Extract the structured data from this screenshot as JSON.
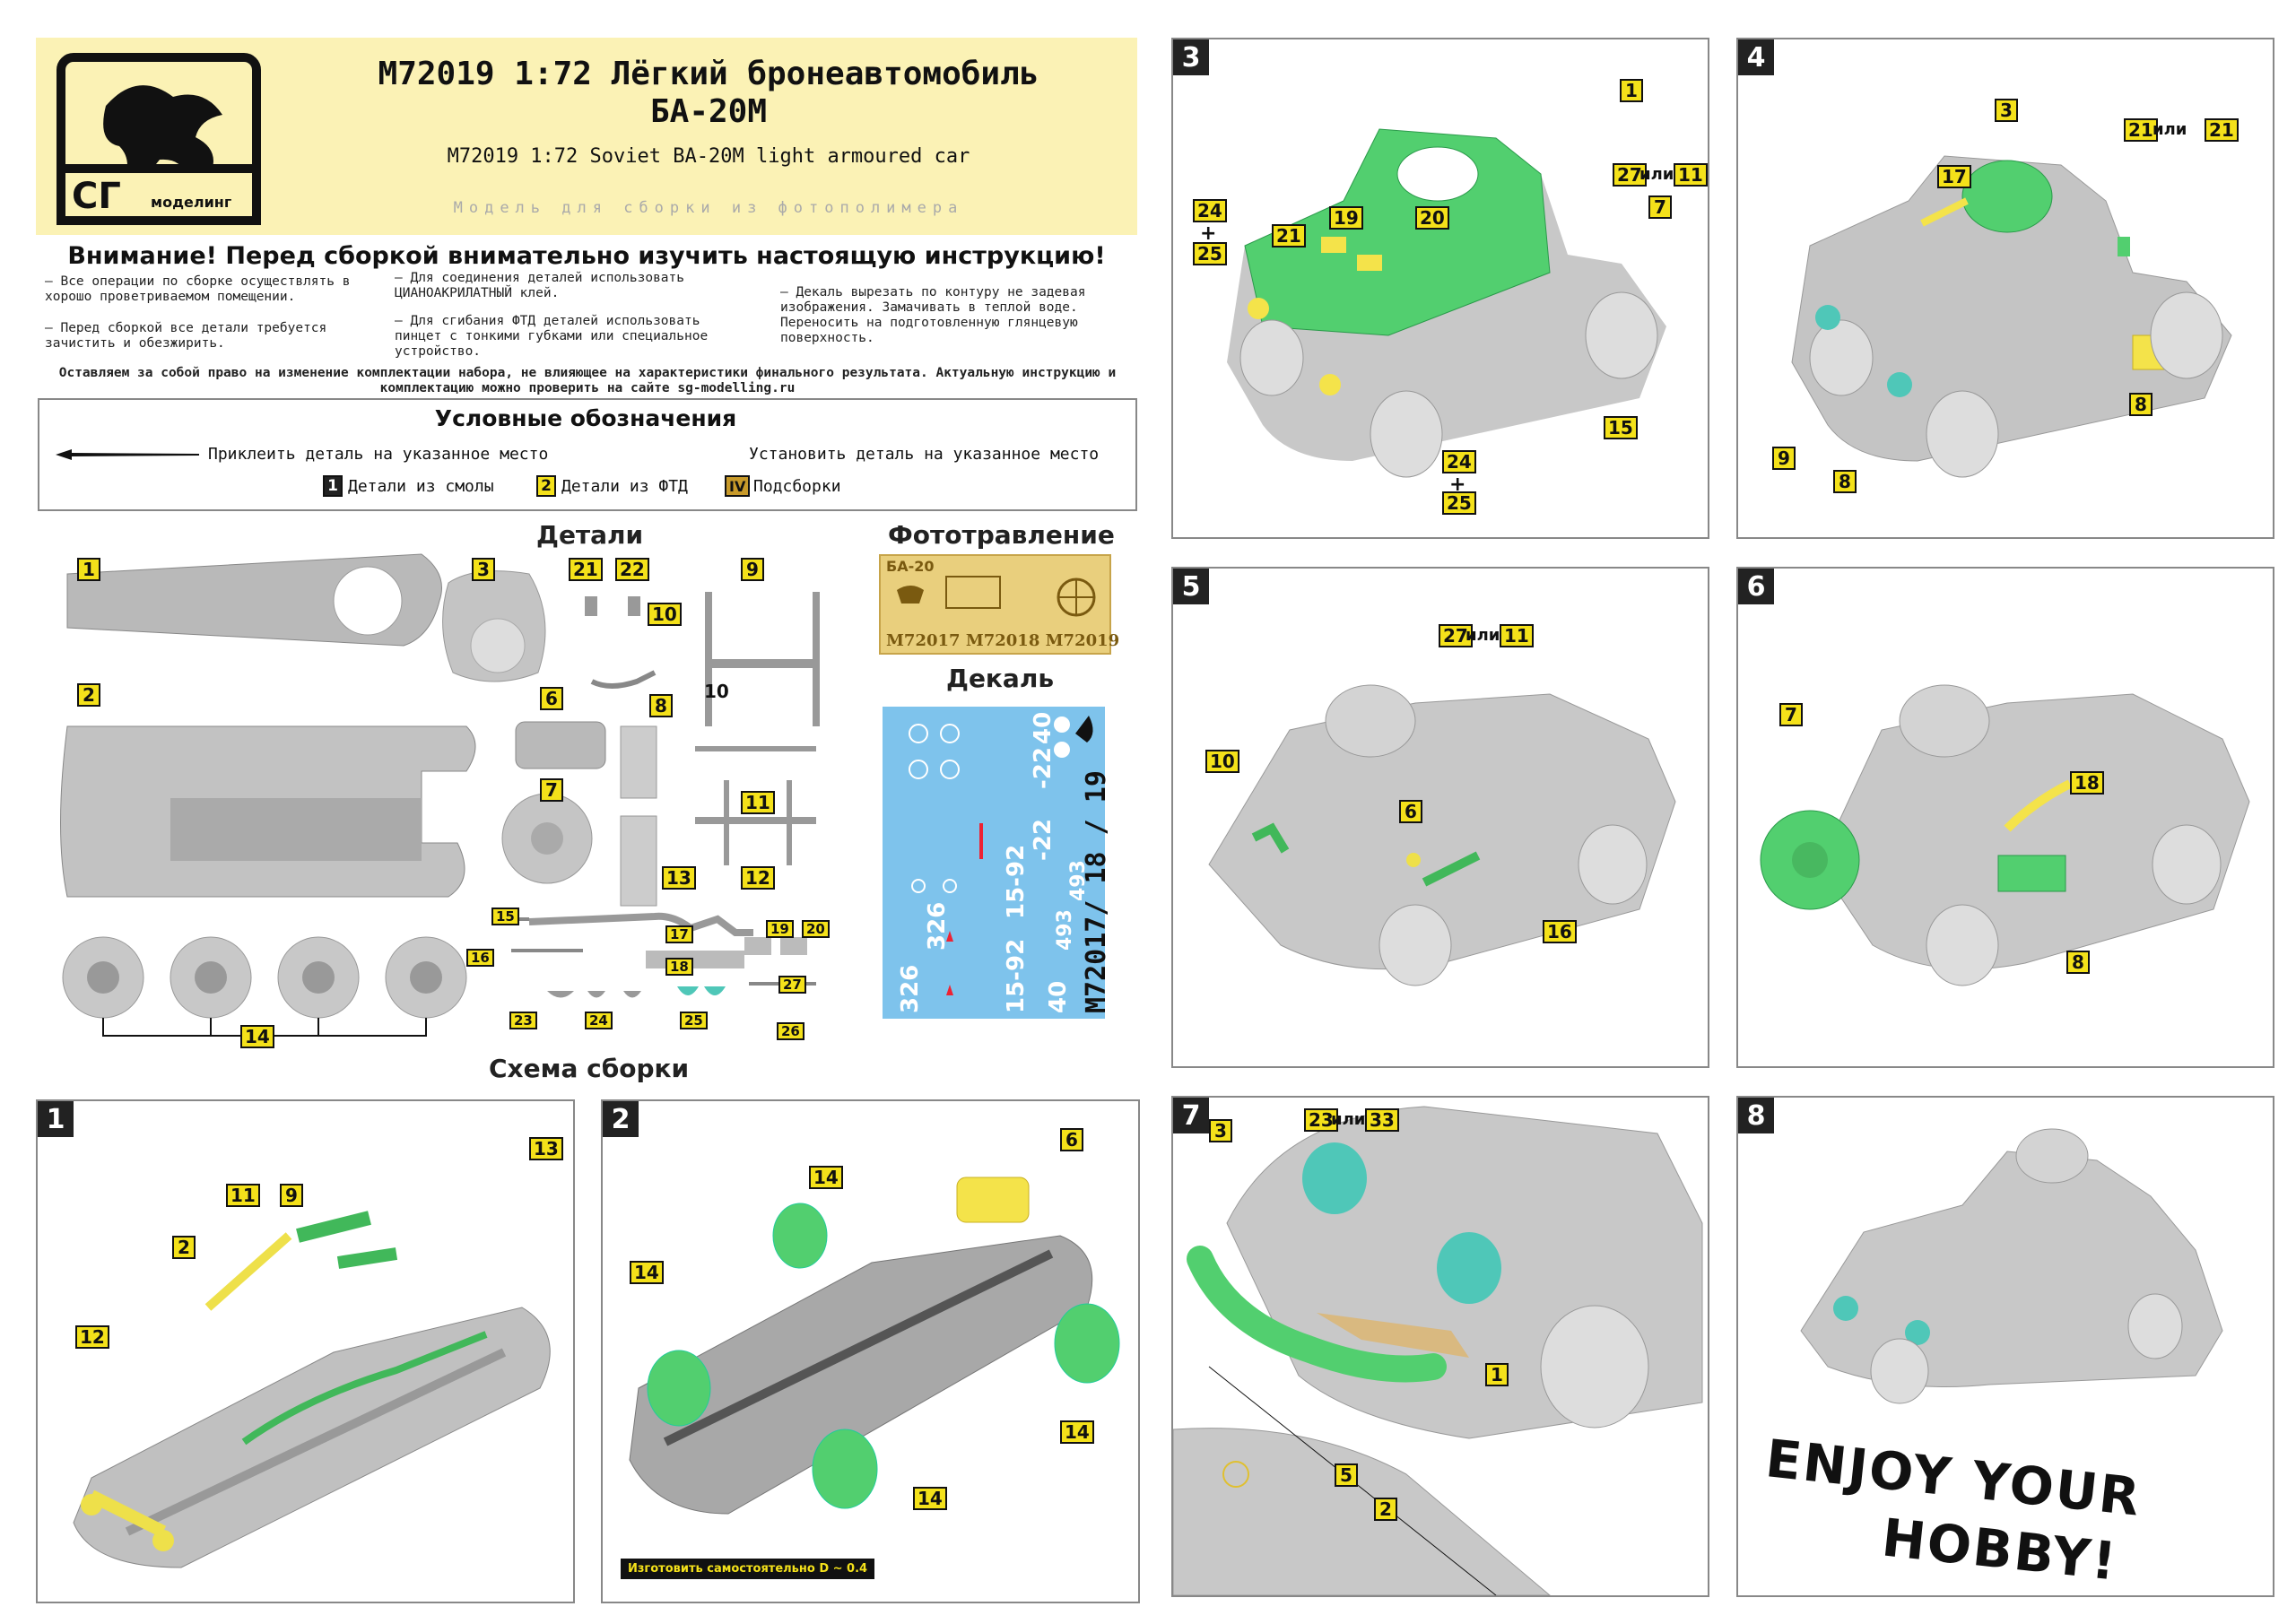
{
  "header": {
    "logo_letters": "СГ",
    "logo_brand": "моделинг",
    "title_ru_line1": "M72019 1:72 Лёгкий  бронеавтомобиль",
    "title_ru_line2": "БА-20М",
    "title_en": "M72019 1:72 Soviet BA-20M light armoured car",
    "subtitle": "Модель для сборки из фотополимера"
  },
  "warning": {
    "title": "Внимание! Перед сборкой внимательно изучить настоящую инструкцию!",
    "col1_a": "– Все операции по сборке осуществлять в хорошо проветриваемом помещении.",
    "col1_b": "– Перед сборкой все детали требуется зачистить и обезжирить.",
    "col2_a": "– Для соединения деталей использовать ЦИАНОАКРИЛАТНЫЙ клей.",
    "col2_b": "– Для сгибания ФТД деталей использовать пинцет с тонкими губками или специальное устройство.",
    "col3_a": "– Декаль вырезать по контуру не задевая изображения. Замачивать в теплой воде. Переносить на подготовленную глянцевую поверхность.",
    "rights": "Оставляем за собой право на изменение комплектации набора, не влияющее на характеристики финального результата. Актуальную инструкцию и комплектацию можно проверить на сайте sg-modelling.ru"
  },
  "legend": {
    "title": "Условные обозначения",
    "glue": "Приклеить деталь на указанное место",
    "install": "Установить деталь на указанное место",
    "resin_tag": "1",
    "resin": "Детали из смолы",
    "pe_tag": "2",
    "pe": "Детали из ФТД",
    "sub_tag": "IV",
    "sub": "Подсборки"
  },
  "sections": {
    "parts": "Детали",
    "photoetch": "Фототравление",
    "decal": "Декаль",
    "assembly": "Схема сборки"
  },
  "photoetch": {
    "label": "БА-20",
    "codes": "M72017 M72018 M72019"
  },
  "decal": {
    "vertical_text": "M72017/ 18 / 19",
    "markings": [
      "326",
      "326",
      "15-92",
      "15-92",
      "-22",
      "-22",
      "40",
      "40",
      "493",
      "493"
    ]
  },
  "part_numbers": [
    "1",
    "2",
    "3",
    "6",
    "7",
    "8",
    "9",
    "10",
    "10",
    "11",
    "12",
    "13",
    "14",
    "15",
    "16",
    "17",
    "18",
    "19",
    "20",
    "21",
    "22",
    "23",
    "24",
    "25",
    "26",
    "27"
  ],
  "steps": {
    "s1": {
      "num": "1",
      "tags": [
        "11",
        "9",
        "13",
        "2",
        "12"
      ]
    },
    "s2": {
      "num": "2",
      "tags": [
        "14",
        "6",
        "14",
        "14",
        "14"
      ],
      "note": "Изготовить самостоятельно D ~ 0.4"
    },
    "s3": {
      "num": "3",
      "tags": [
        "1",
        "27",
        "11",
        "7",
        "19",
        "20",
        "21",
        "24",
        "25",
        "15",
        "24",
        "25"
      ],
      "or": "или"
    },
    "s4": {
      "num": "4",
      "tags": [
        "3",
        "21",
        "21",
        "17",
        "8",
        "9",
        "8"
      ],
      "or": "или"
    },
    "s5": {
      "num": "5",
      "tags": [
        "27",
        "11",
        "10",
        "6",
        "16"
      ],
      "or": "или"
    },
    "s6": {
      "num": "6",
      "tags": [
        "7",
        "18",
        "8"
      ]
    },
    "s7": {
      "num": "7",
      "tags": [
        "3",
        "23",
        "33",
        "1",
        "5",
        "2"
      ],
      "or": "или"
    },
    "s8": {
      "num": "8",
      "enjoy1": "ENJOY YOUR",
      "enjoy2": "HOBBY!"
    }
  },
  "colors": {
    "header_bg": "#fbf2b5",
    "tag_yellow": "#f4e11a",
    "resin_grey": "#b9b9b9",
    "highlight_green": "#52cf6f",
    "decal_blue": "#7ec3ec"
  }
}
